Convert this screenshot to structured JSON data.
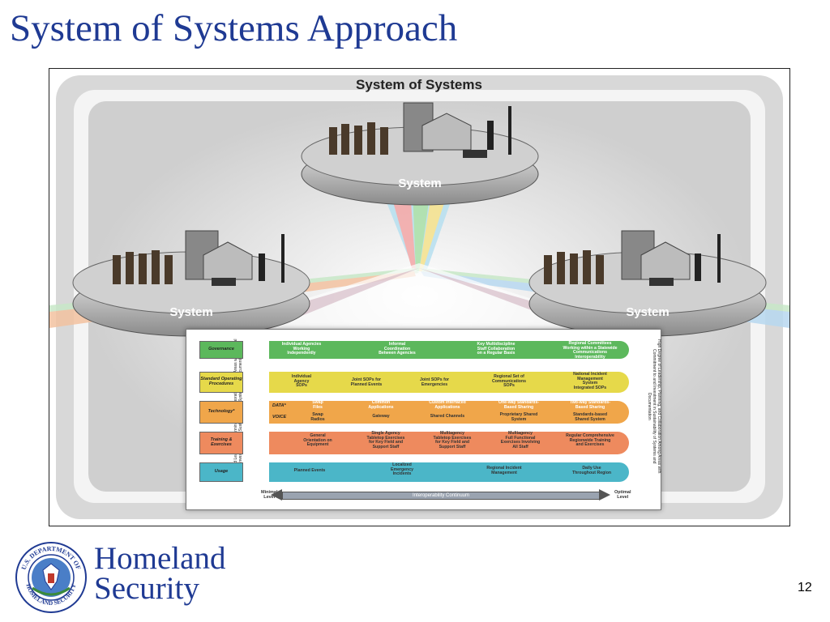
{
  "slide": {
    "title": "System of Systems Approach",
    "page_number": "12"
  },
  "figure": {
    "title": "System of Systems",
    "system_labels": [
      "System",
      "System",
      "System"
    ]
  },
  "continuum": {
    "left_side_text": "Limited Leadership, Planning, and Collaboration Among Areas with Minimal Investment in the Sustainability of Systems and Documentation",
    "right_side_text": "High Degree of Leadership, Planning, and Collaboration Among Areas with Commitment to and Investment in Sustainability of Systems and Documentation",
    "bands": [
      {
        "label": "Governance",
        "color": "#5cb85c",
        "cells": [
          "Individual Agencies\nWorking\nIndependently",
          "Informal\nCoordination\nBetween Agencies",
          "Key Multidiscipline\nStaff Collaboration\non a Regular Basis",
          "Regional Committees\nWorking within a Statewide\nCommunications Interoperability\nPlan Framework"
        ]
      },
      {
        "label": "Standard\nOperating\nProcedures",
        "color": "#e6d94a",
        "cells": [
          "Individual\nAgency\nSOPs",
          "Joint SOPs for\nPlanned Events",
          "Joint SOPs for\nEmergencies",
          "Regional Set of\nCommunications\nSOPs",
          "National Incident\nManagement\nSystem\nIntegrated SOPs"
        ]
      },
      {
        "label": "Technology*",
        "color": "#f0a64a",
        "sublabels": [
          "DATA*",
          "VOICE"
        ],
        "data_cells": [
          "Swap\nFiles",
          "Common\nApplications",
          "Custom Interfaced\nApplications",
          "One-way Standards-\nBased Sharing",
          "Two-way Standards-\nBased Sharing"
        ],
        "voice_cells": [
          "Swap\nRadios",
          "Gateway",
          "Shared Channels",
          "Proprietary Shared\nSystem",
          "Standards-based\nShared System"
        ]
      },
      {
        "label": "Training &\nExercises",
        "color": "#ee8a5e",
        "cells": [
          "General\nOrientation on\nEquipment",
          "Single Agency\nTabletop Exercises\nfor Key Field and\nSupport Staff",
          "Multiagency\nTabletop Exercises\nfor Key Field and\nSupport Staff",
          "Multiagency\nFull Functional\nExercises Involving\nAll Staff",
          "Regular Comprehensive\nRegionwide Training\nand Exercises"
        ]
      },
      {
        "label": "Usage",
        "color": "#4bb6c8",
        "cells": [
          "Planned Events",
          "Localized\nEmergency\nIncidents",
          "Regional Incident\nManagement",
          "Daily Use\nThroughout Region"
        ]
      }
    ],
    "minimal_label": "Minimal\nLevel",
    "optimal_label": "Optimal\nLevel",
    "axis_label": "Interoperability Continuum"
  },
  "footer": {
    "org_name_line1": "Homeland",
    "org_name_line2": "Security",
    "seal_text_top": "U.S. DEPARTMENT OF",
    "seal_text_bottom": "HOMELAND SECURITY"
  }
}
